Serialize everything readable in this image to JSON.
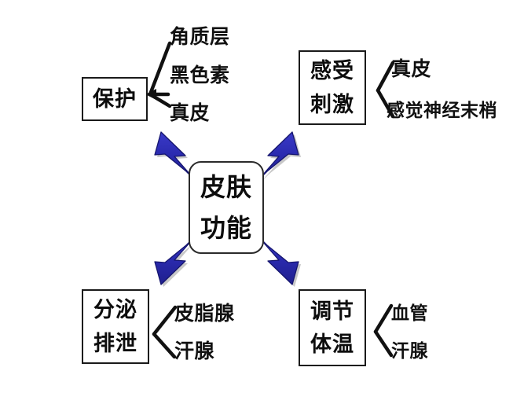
{
  "diagram": {
    "title": "皮肤功能",
    "type": "mind-map",
    "center": {
      "name": "skin-function",
      "lines": [
        "皮肤",
        "功能"
      ]
    },
    "arrow_color": "#2B2BB0",
    "box_border_color": "#1A1A1A",
    "branch_color": "#111111",
    "branches": [
      {
        "id": "protect",
        "lines": [
          "保护"
        ],
        "leaves": [
          "角质层",
          "黑色素",
          "真皮"
        ]
      },
      {
        "id": "sense",
        "lines": [
          "感受",
          "刺激"
        ],
        "leaves": [
          "真皮",
          "感觉神经末梢"
        ]
      },
      {
        "id": "secrete",
        "lines": [
          "分泌",
          "排泄"
        ],
        "leaves": [
          "皮脂腺",
          "汗腺"
        ]
      },
      {
        "id": "thermo",
        "lines": [
          "调节",
          "体温"
        ],
        "leaves": [
          "血管",
          "汗腺"
        ]
      }
    ]
  }
}
